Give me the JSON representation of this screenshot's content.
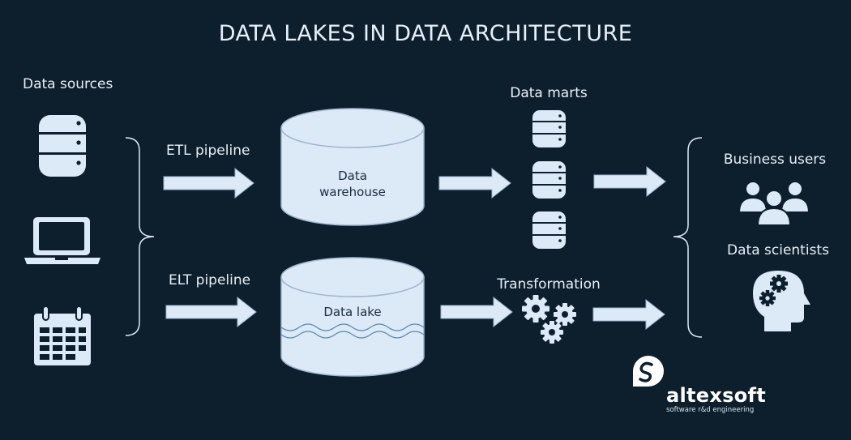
{
  "title": "DATA LAKES IN DATA ARCHITECTURE",
  "sources": {
    "label": "Data sources",
    "icons": [
      "database-icon",
      "laptop-icon",
      "calendar-icon"
    ]
  },
  "pipelines": {
    "etl": "ETL pipeline",
    "elt": "ELT pipeline"
  },
  "storage": {
    "warehouse_line1": "Data",
    "warehouse_line2": "warehouse",
    "lake": "Data lake"
  },
  "middle": {
    "marts": "Data marts",
    "transformation": "Transformation"
  },
  "consumers": {
    "business": "Business users",
    "scientists": "Data scientists"
  },
  "brand": {
    "name": "altexsoft",
    "tagline": "software r&d engineering"
  },
  "colors": {
    "background": "#0d1f2d",
    "shape_fill": "#dce9f6",
    "text": "#e8f0f7"
  }
}
